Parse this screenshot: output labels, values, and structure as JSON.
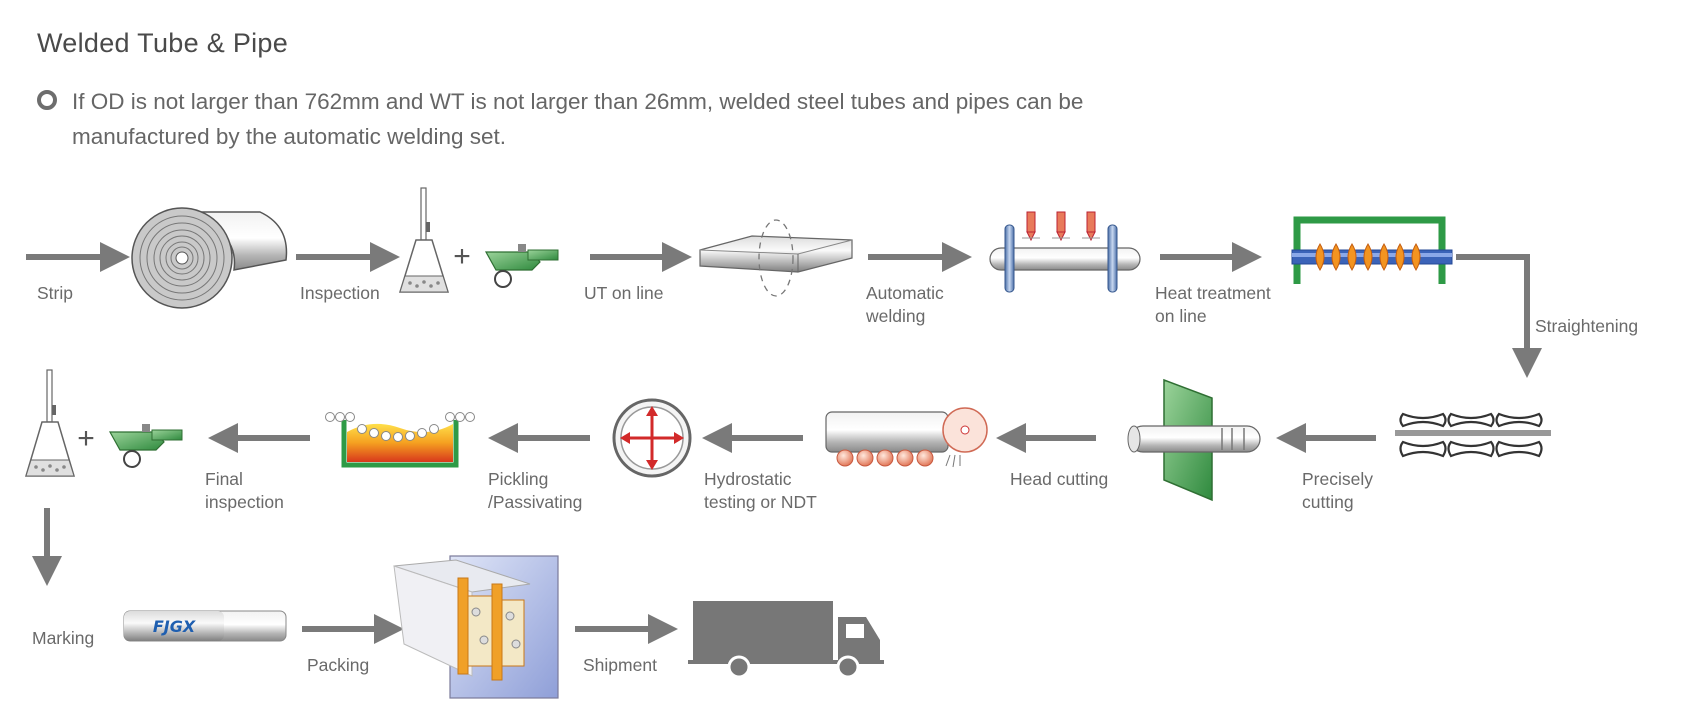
{
  "title": "Welded Tube & Pipe",
  "note": "If OD is not larger than 762mm and WT is not larger than 26mm, welded steel tubes and pipes can be manufactured by the automatic welding set.",
  "plus_sign": "+",
  "steps": {
    "strip": "Strip",
    "inspection": "Inspection",
    "ut_on_line": "UT on line",
    "automatic_welding": [
      "Automatic",
      "welding"
    ],
    "heat_treatment": [
      "Heat treatment",
      "on line"
    ],
    "straightening": "Straightening",
    "precisely_cutting": [
      "Precisely",
      "cutting"
    ],
    "head_cutting": "Head cutting",
    "hydrostatic": [
      "Hydrostatic",
      "testing or NDT"
    ],
    "pickling": [
      "Pickling",
      "/Passivating"
    ],
    "final_inspection": [
      "Final",
      "inspection"
    ],
    "marking": "Marking",
    "packing": "Packing",
    "shipment": "Shipment"
  },
  "logo_text": "FJGX",
  "colors": {
    "arrow": "#7a7a7a",
    "green": "#3c9a4a",
    "red": "#d22a2a",
    "orange": "#f08a1c",
    "blue": "#2f6fb8"
  }
}
